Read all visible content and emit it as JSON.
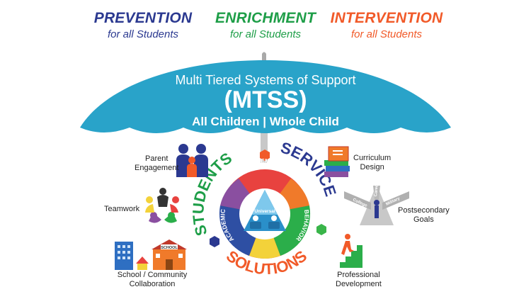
{
  "headers": [
    {
      "big": "PREVENTION",
      "small": "for all Students",
      "color": "#2b3990"
    },
    {
      "big": "ENRICHMENT",
      "small": "for all Students",
      "color": "#1e9e48"
    },
    {
      "big": "INTERVENTION",
      "small": "for all Students",
      "color": "#f15a29"
    }
  ],
  "umbrella": {
    "title": "Multi Tiered Systems of Support",
    "acronym": "(MTSS)",
    "subtitle": "All Children | Whole Child",
    "color": "#29a3c9"
  },
  "arc_words": {
    "students": "STUDENTS",
    "service": "SERVICE",
    "solutions": "SOLUTIONS"
  },
  "ring_words": {
    "social_emotional": "SOCIAL - EMOTIONAL",
    "academic": "ACADEMIC",
    "behavior": "BEHAVIOR"
  },
  "center": {
    "universal": "Universal"
  },
  "labels": {
    "parent_engagement": [
      "Parent",
      "Engagement"
    ],
    "teamwork": [
      "Teamwork"
    ],
    "school_community": [
      "School / Community",
      "Collaboration"
    ],
    "curriculum": [
      "Curriculum",
      "Design"
    ],
    "postsecondary": [
      "Postsecondary",
      "Goals"
    ],
    "professional": [
      "Professional",
      "Development"
    ]
  },
  "road_signs": [
    "College",
    "Career",
    "Military"
  ],
  "school_sign": "SCHOOL"
}
